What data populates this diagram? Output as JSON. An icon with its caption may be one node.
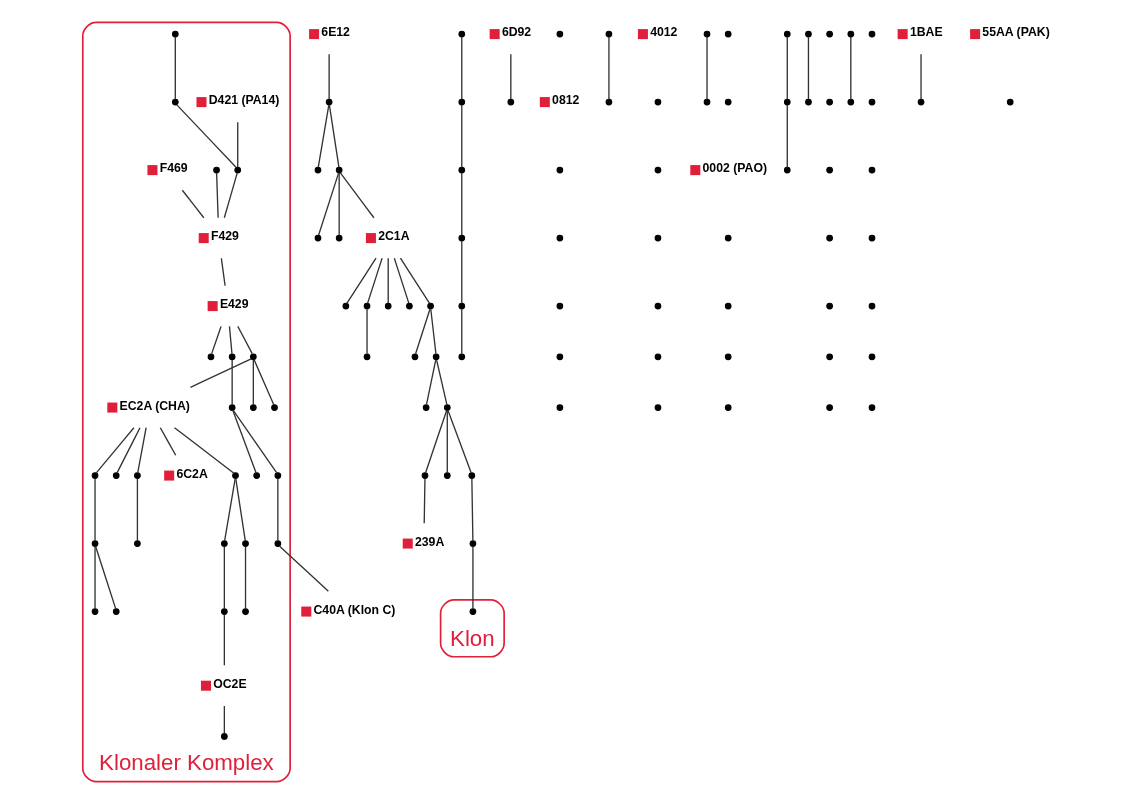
{
  "diagram": {
    "nodes": [
      {
        "text": [
          "Klonaler Komplex"
        ]
      },
      {
        "text": [
          "Klon"
        ]
      },
      {
        "text": [
          "6E12"
        ]
      },
      {
        "text": [],
        "shape": "circle"
      },
      {
        "text": [],
        "shape": "circle"
      },
      {
        "text": [],
        "shape": "circle"
      },
      {
        "text": [],
        "shape": "circle"
      },
      {
        "text": [],
        "shape": "circle"
      },
      {
        "text": [
          "2C1A"
        ]
      },
      {
        "text": [],
        "shape": "circle"
      },
      {
        "text": [],
        "shape": "circle"
      },
      {
        "text": [],
        "shape": "circle"
      },
      {
        "text": [],
        "shape": "circle"
      },
      {
        "text": [],
        "shape": "circle"
      },
      {
        "text": [],
        "shape": "circle"
      },
      {
        "text": [],
        "shape": "circle"
      },
      {
        "text": [],
        "shape": "circle"
      },
      {
        "text": [],
        "shape": "circle"
      },
      {
        "text": [],
        "shape": "circle"
      },
      {
        "text": [],
        "shape": "circle"
      },
      {
        "text": [
          "239A"
        ]
      },
      {
        "text": [],
        "shape": "circle"
      },
      {
        "text": [],
        "shape": "circle"
      },
      {
        "text": [],
        "shape": "circle"
      },
      {
        "text": [],
        "shape": "circle",
        "in": 1
      },
      {
        "text": [
          "D421 (PA14)"
        ],
        "in": 0
      },
      {
        "text": [],
        "shape": "circle",
        "in": 0
      },
      {
        "text": [],
        "shape": "circle",
        "in": 0
      },
      {
        "text": [],
        "shape": "circle",
        "in": 0
      },
      {
        "text": [],
        "shape": "circle",
        "in": 0
      },
      {
        "text": [
          "F469"
        ],
        "in": 0
      },
      {
        "text": [
          "F429"
        ],
        "in": 0
      },
      {
        "text": [
          "E429"
        ],
        "in": 0
      },
      {
        "text": [],
        "shape": "circle",
        "in": 0
      },
      {
        "text": [],
        "shape": "circle",
        "in": 0
      },
      {
        "text": [],
        "shape": "circle",
        "in": 0
      },
      {
        "text": [],
        "shape": "circle",
        "in": 0
      },
      {
        "text": [],
        "shape": "circle",
        "in": 0
      },
      {
        "text": [],
        "shape": "circle",
        "in": 0
      },
      {
        "text": [
          "C40A (Klon C)"
        ]
      },
      {
        "text": [],
        "shape": "circle",
        "in": 0
      },
      {
        "text": [],
        "shape": "circle",
        "in": 0
      },
      {
        "text": [],
        "shape": "circle",
        "in": 0
      },
      {
        "text": [
          "EC2A (CHA)"
        ],
        "in": 0
      },
      {
        "text": [],
        "shape": "circle",
        "in": 0
      },
      {
        "text": [],
        "shape": "circle",
        "in": 0
      },
      {
        "text": [
          "6C2A"
        ],
        "in": 0
      },
      {
        "text": [],
        "shape": "circle",
        "in": 0
      },
      {
        "text": [],
        "shape": "circle",
        "in": 0
      },
      {
        "text": [],
        "shape": "circle",
        "in": 0
      },
      {
        "text": [],
        "shape": "circle",
        "in": 0
      },
      {
        "text": [],
        "shape": "circle",
        "in": 0
      },
      {
        "text": [],
        "shape": "circle",
        "in": 0
      },
      {
        "text": [],
        "shape": "circle",
        "in": 0
      },
      {
        "text": [],
        "shape": "circle",
        "in": 0
      },
      {
        "text": [],
        "shape": "circle",
        "in": 0
      },
      {
        "text": [],
        "shape": "circle",
        "in": 0
      },
      {
        "text": [
          "OC2E"
        ],
        "in": 0
      },
      {
        "text": [],
        "shape": "circle",
        "in": 0
      },
      {
        "text": [],
        "shape": "circle"
      },
      {
        "text": [],
        "shape": "circle"
      },
      {
        "text": [],
        "shape": "circle"
      },
      {
        "text": [],
        "shape": "circle"
      },
      {
        "text": [],
        "shape": "circle"
      },
      {
        "text": [],
        "shape": "circle"
      },
      {
        "text": [
          "6D92"
        ]
      },
      {
        "text": [],
        "shape": "circle"
      },
      {
        "text": [],
        "shape": "circle"
      },
      {
        "text": [
          "0812"
        ]
      },
      {
        "text": [],
        "shape": "circle"
      },
      {
        "text": [],
        "shape": "circle"
      },
      {
        "text": [],
        "shape": "circle"
      },
      {
        "text": [],
        "shape": "circle"
      },
      {
        "text": [],
        "shape": "circle"
      },
      {
        "text": [],
        "shape": "circle"
      },
      {
        "text": [],
        "shape": "circle"
      },
      {
        "text": [
          "4012"
        ]
      },
      {
        "text": [],
        "shape": "circle"
      },
      {
        "text": [],
        "shape": "circle"
      },
      {
        "text": [],
        "shape": "circle"
      },
      {
        "text": [],
        "shape": "circle"
      },
      {
        "text": [],
        "shape": "circle"
      },
      {
        "text": [],
        "shape": "circle"
      },
      {
        "text": [],
        "shape": "circle"
      },
      {
        "text": [],
        "shape": "circle"
      },
      {
        "text": [],
        "shape": "circle"
      },
      {
        "text": [],
        "shape": "circle"
      },
      {
        "text": [
          "0002 (PAO)"
        ]
      },
      {
        "text": [],
        "shape": "circle"
      },
      {
        "text": [],
        "shape": "circle"
      },
      {
        "text": [],
        "shape": "circle"
      },
      {
        "text": [],
        "shape": "circle"
      },
      {
        "text": [],
        "shape": "circle"
      },
      {
        "text": [],
        "shape": "circle"
      },
      {
        "text": [],
        "shape": "circle"
      },
      {
        "text": [],
        "shape": "circle"
      },
      {
        "text": [],
        "shape": "circle"
      },
      {
        "text": [],
        "shape": "circle"
      },
      {
        "text": [],
        "shape": "circle"
      },
      {
        "text": [],
        "shape": "circle"
      },
      {
        "text": [],
        "shape": "circle"
      },
      {
        "text": [],
        "shape": "circle"
      },
      {
        "text": [],
        "shape": "circle"
      },
      {
        "text": [],
        "shape": "circle"
      },
      {
        "text": [],
        "shape": "circle"
      },
      {
        "text": [],
        "shape": "circle"
      },
      {
        "text": [],
        "shape": "circle"
      },
      {
        "text": [],
        "shape": "circle"
      },
      {
        "text": [],
        "shape": "circle"
      },
      {
        "text": [],
        "shape": "circle"
      },
      {
        "text": [],
        "shape": "circle"
      },
      {
        "text": [],
        "shape": "circle"
      },
      {
        "text": [],
        "shape": "circle"
      },
      {
        "text": [
          "1BAE"
        ]
      },
      {
        "text": [],
        "shape": "circle"
      },
      {
        "text": [
          "55AA (PAK)"
        ]
      },
      {
        "text": [],
        "shape": "circle"
      }
    ],
    "edges": [
      {
        "from": 2,
        "to": 3,
        "arrow": "none"
      },
      {
        "from": 3,
        "to": 4,
        "arrow": "none"
      },
      {
        "from": 3,
        "to": 5,
        "arrow": "none"
      },
      {
        "from": 5,
        "to": 6,
        "arrow": "none"
      },
      {
        "from": 5,
        "to": 7,
        "arrow": "none"
      },
      {
        "from": 5,
        "to": 8,
        "arrow": "none"
      },
      {
        "from": 8,
        "to": 9,
        "arrow": "none"
      },
      {
        "from": 8,
        "to": 10,
        "arrow": "none"
      },
      {
        "from": 10,
        "to": 11,
        "arrow": "none"
      },
      {
        "from": 8,
        "to": 12,
        "arrow": "none"
      },
      {
        "from": 8,
        "to": 13,
        "arrow": "none"
      },
      {
        "from": 8,
        "to": 14,
        "arrow": "none"
      },
      {
        "from": 14,
        "to": 15,
        "arrow": "none"
      },
      {
        "from": 14,
        "to": 16,
        "arrow": "none"
      },
      {
        "from": 16,
        "to": 17,
        "arrow": "none"
      },
      {
        "from": 16,
        "to": 18,
        "arrow": "none"
      },
      {
        "from": 18,
        "to": 19,
        "arrow": "none"
      },
      {
        "from": 19,
        "to": 20,
        "arrow": "none"
      },
      {
        "from": 18,
        "to": 21,
        "arrow": "none"
      },
      {
        "from": 18,
        "to": 22,
        "arrow": "none"
      },
      {
        "from": 22,
        "to": 23,
        "arrow": "none"
      },
      {
        "from": 23,
        "to": 24,
        "arrow": "none"
      },
      {
        "from": 25,
        "to": 28,
        "arrow": "none"
      },
      {
        "from": 26,
        "to": 27,
        "arrow": "none"
      },
      {
        "from": 27,
        "to": 28,
        "arrow": "none"
      },
      {
        "from": 28,
        "to": 31,
        "arrow": "none"
      },
      {
        "from": 29,
        "to": 31,
        "arrow": "none"
      },
      {
        "from": 30,
        "to": 31,
        "arrow": "none"
      },
      {
        "from": 31,
        "to": 32,
        "arrow": "none"
      },
      {
        "from": 32,
        "to": 33,
        "arrow": "none"
      },
      {
        "from": 32,
        "to": 34,
        "arrow": "none"
      },
      {
        "from": 34,
        "to": 35,
        "arrow": "none"
      },
      {
        "from": 35,
        "to": 36,
        "arrow": "none"
      },
      {
        "from": 35,
        "to": 37,
        "arrow": "none"
      },
      {
        "from": 37,
        "to": 38,
        "arrow": "none"
      },
      {
        "from": 38,
        "to": 39,
        "arrow": "none"
      },
      {
        "from": 32,
        "to": 40,
        "arrow": "none"
      },
      {
        "from": 40,
        "to": 41,
        "arrow": "none"
      },
      {
        "from": 40,
        "to": 42,
        "arrow": "none"
      },
      {
        "from": 40,
        "to": 43,
        "arrow": "none"
      },
      {
        "from": 43,
        "to": 44,
        "arrow": "none"
      },
      {
        "from": 44,
        "to": 45,
        "arrow": "none"
      },
      {
        "from": 43,
        "to": 46,
        "arrow": "none"
      },
      {
        "from": 43,
        "to": 47,
        "arrow": "none"
      },
      {
        "from": 43,
        "to": 48,
        "arrow": "none"
      },
      {
        "from": 48,
        "to": 49,
        "arrow": "none"
      },
      {
        "from": 49,
        "to": 50,
        "arrow": "none"
      },
      {
        "from": 49,
        "to": 51,
        "arrow": "none"
      },
      {
        "from": 43,
        "to": 52,
        "arrow": "none"
      },
      {
        "from": 52,
        "to": 53,
        "arrow": "none"
      },
      {
        "from": 53,
        "to": 54,
        "arrow": "none"
      },
      {
        "from": 52,
        "to": 55,
        "arrow": "none"
      },
      {
        "from": 55,
        "to": 56,
        "arrow": "none"
      },
      {
        "from": 56,
        "to": 57,
        "arrow": "none"
      },
      {
        "from": 57,
        "to": 58,
        "arrow": "none"
      },
      {
        "from": 59,
        "to": 60,
        "arrow": "none"
      },
      {
        "from": 60,
        "to": 61,
        "arrow": "none"
      },
      {
        "from": 61,
        "to": 62,
        "arrow": "none"
      },
      {
        "from": 62,
        "to": 63,
        "arrow": "none"
      },
      {
        "from": 63,
        "to": 64,
        "arrow": "none"
      },
      {
        "from": 65,
        "to": 66,
        "arrow": "none"
      },
      {
        "from": 71,
        "to": 72,
        "arrow": "none"
      },
      {
        "from": 80,
        "to": 81,
        "arrow": "none"
      },
      {
        "from": 88,
        "to": 89,
        "arrow": "none"
      },
      {
        "from": 89,
        "to": 90,
        "arrow": "none"
      },
      {
        "from": 91,
        "to": 92,
        "arrow": "none"
      },
      {
        "from": 104,
        "to": 105,
        "arrow": "none"
      },
      {
        "from": 113,
        "to": 114,
        "arrow": "none"
      }
    ]
  }
}
